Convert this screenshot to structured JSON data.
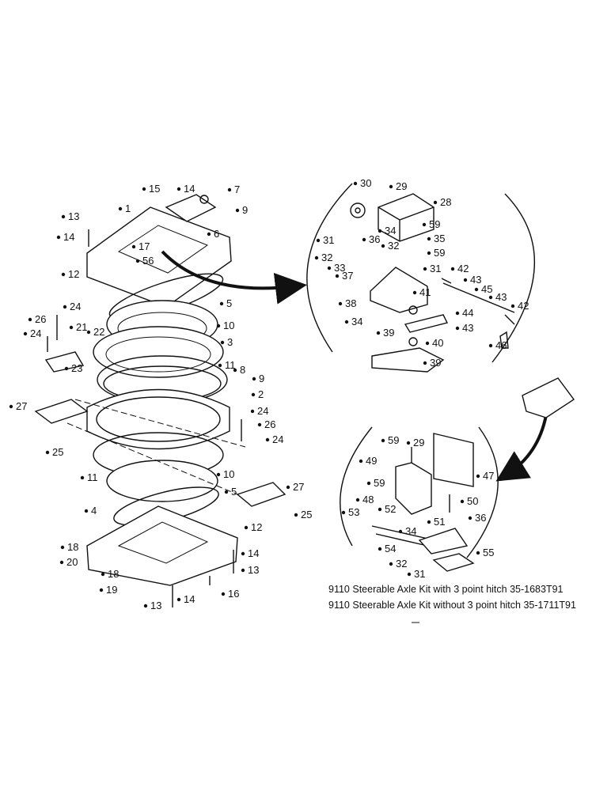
{
  "captions": {
    "line1": "9110 Steerable Axle Kit with 3 point hitch 35-1683T91",
    "line2": "9110 Steerable Axle Kit without 3 point hitch 35-1711T91"
  },
  "callouts": {
    "main_assembly": [
      "15",
      "14",
      "7",
      "1",
      "13",
      "9",
      "6",
      "14",
      "17",
      "56",
      "12",
      "5",
      "10",
      "3",
      "24",
      "26",
      "24",
      "21",
      "22",
      "23",
      "11",
      "8",
      "9",
      "2",
      "27",
      "24",
      "26",
      "24",
      "25",
      "11",
      "10",
      "5",
      "27",
      "25",
      "4",
      "12",
      "18",
      "14",
      "13",
      "20",
      "18",
      "19",
      "16",
      "13",
      "14"
    ],
    "upper_detail": [
      "30",
      "29",
      "28",
      "59",
      "34",
      "35",
      "31",
      "36",
      "32",
      "32",
      "59",
      "33",
      "31",
      "37",
      "42",
      "43",
      "45",
      "38",
      "41",
      "43",
      "42",
      "34",
      "44",
      "43",
      "39",
      "40",
      "46",
      "39"
    ],
    "lower_detail": [
      "29",
      "59",
      "47",
      "49",
      "59",
      "50",
      "48",
      "36",
      "53",
      "52",
      "51",
      "34",
      "55",
      "54",
      "32",
      "31"
    ]
  },
  "colors": {
    "ink": "#111111",
    "paper": "#ffffff"
  }
}
